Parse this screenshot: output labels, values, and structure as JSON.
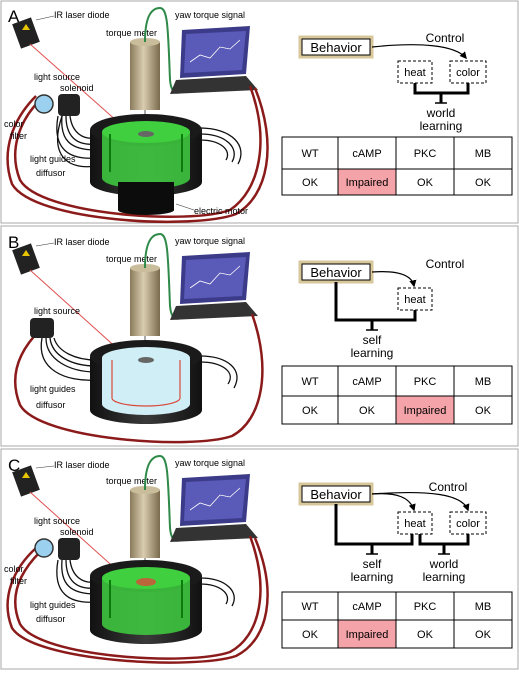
{
  "panels": [
    {
      "letter": "A",
      "setup_labels": {
        "laser": "IR laser diode",
        "torque_meter": "torque meter",
        "yaw": "yaw torque signal",
        "light_source": "light source",
        "solenoid": "solenoid",
        "color_filter_1": "color",
        "color_filter_2": "filter",
        "light_guides": "light guides",
        "diffusor": "diffusor",
        "motor": "electric motor"
      },
      "arena_color": "#3fcf3f",
      "scheme": {
        "behavior": "Behavior",
        "control": "Control",
        "boxes": [
          "heat",
          "color"
        ],
        "outcomes": [
          {
            "line1": "world",
            "line2": "learning"
          }
        ]
      },
      "table": {
        "headers": [
          "WT",
          "cAMP",
          "PKC",
          "MB"
        ],
        "values": [
          "OK",
          "Impaired",
          "OK",
          "OK"
        ],
        "impaired_index": 1
      }
    },
    {
      "letter": "B",
      "setup_labels": {
        "laser": "IR laser diode",
        "torque_meter": "torque meter",
        "yaw": "yaw torque signal",
        "light_source": "light source",
        "light_guides": "light guides",
        "diffusor": "diffusor"
      },
      "arena_color": "#cfeef6",
      "scheme": {
        "behavior": "Behavior",
        "control": "Control",
        "boxes": [
          "heat"
        ],
        "outcomes": [
          {
            "line1": "self",
            "line2": "learning"
          }
        ]
      },
      "table": {
        "headers": [
          "WT",
          "cAMP",
          "PKC",
          "MB"
        ],
        "values": [
          "OK",
          "OK",
          "Impaired",
          "OK"
        ],
        "impaired_index": 2
      }
    },
    {
      "letter": "C",
      "setup_labels": {
        "laser": "IR laser diode",
        "torque_meter": "torque meter",
        "yaw": "yaw torque signal",
        "light_source": "light source",
        "solenoid": "solenoid",
        "color_filter_1": "color",
        "color_filter_2": "filter",
        "light_guides": "light guides",
        "diffusor": "diffusor"
      },
      "arena_color": "#3fcf3f",
      "scheme": {
        "behavior": "Behavior",
        "control": "Control",
        "boxes": [
          "heat",
          "color"
        ],
        "outcomes": [
          {
            "line1": "self",
            "line2": "learning"
          },
          {
            "line1": "world",
            "line2": "learning"
          }
        ]
      },
      "table": {
        "headers": [
          "WT",
          "cAMP",
          "PKC",
          "MB"
        ],
        "values": [
          "OK",
          "Impaired",
          "OK",
          "OK"
        ],
        "impaired_index": 1
      }
    }
  ],
  "colors": {
    "impaired": "#f4a3a8",
    "cable": "#8b1a1a",
    "behavior_border": "#d8c79a",
    "frame": "#aaaaaa"
  }
}
